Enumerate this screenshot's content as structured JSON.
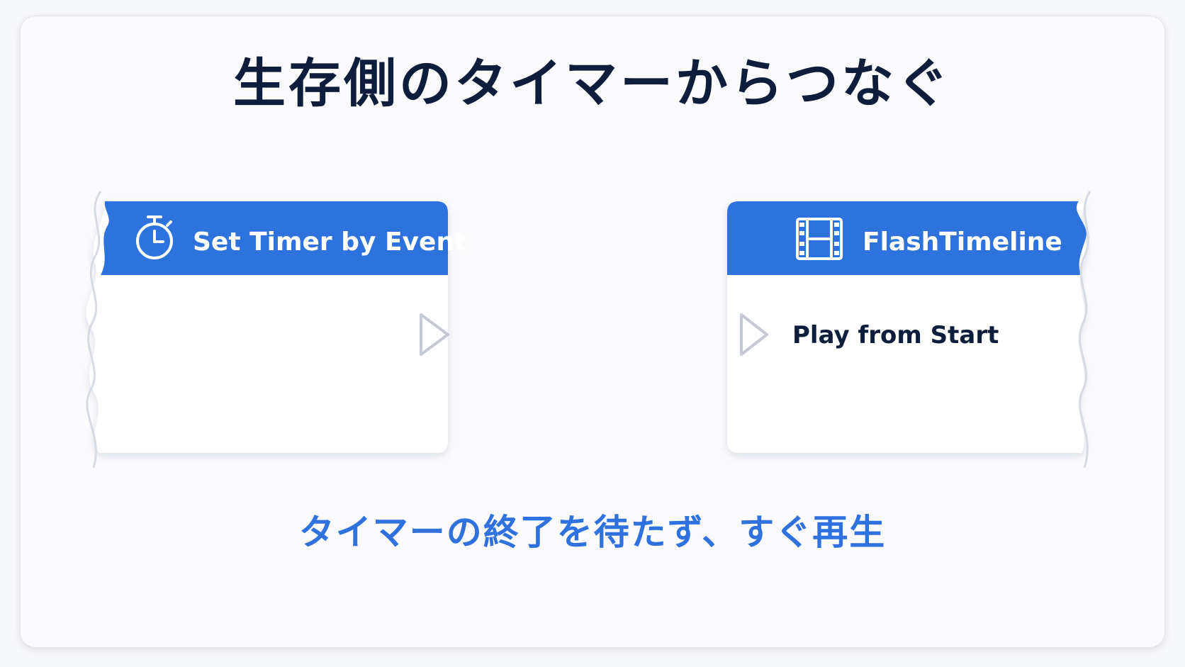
{
  "title": "生存側のタイマーからつなぐ",
  "subtitle": "タイマーの終了を待たず、すぐ再生",
  "nodes": {
    "left": {
      "title": "Set Timer by Event",
      "icon": "stopwatch-icon"
    },
    "right": {
      "title": "FlashTimeline",
      "icon": "film-strip-icon",
      "pin_label": "Play from Start"
    }
  },
  "colors": {
    "header_blue": "#2f72dd",
    "title_navy": "#0f1d3d",
    "accent_blue": "#2f72dd",
    "node_body": "#ffffff",
    "background": "#fbfbfd"
  }
}
